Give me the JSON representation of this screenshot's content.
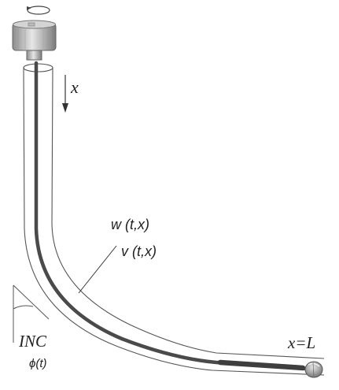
{
  "labels": {
    "x_axis": "x",
    "w_func": "w (t,x)",
    "v_func": "v (t,x)",
    "inc": "INC",
    "phi": "ϕ(t)",
    "end": "x=L"
  },
  "icons": {
    "rotation": "rotation-arrow-icon",
    "top_drive": "top-drive-icon",
    "drill_bit": "drill-bit-icon"
  },
  "colors": {
    "wellbore_outline": "#555555",
    "drill_string": "#4a4a4a",
    "bit": "#9a9a9a",
    "label": "#222222"
  }
}
